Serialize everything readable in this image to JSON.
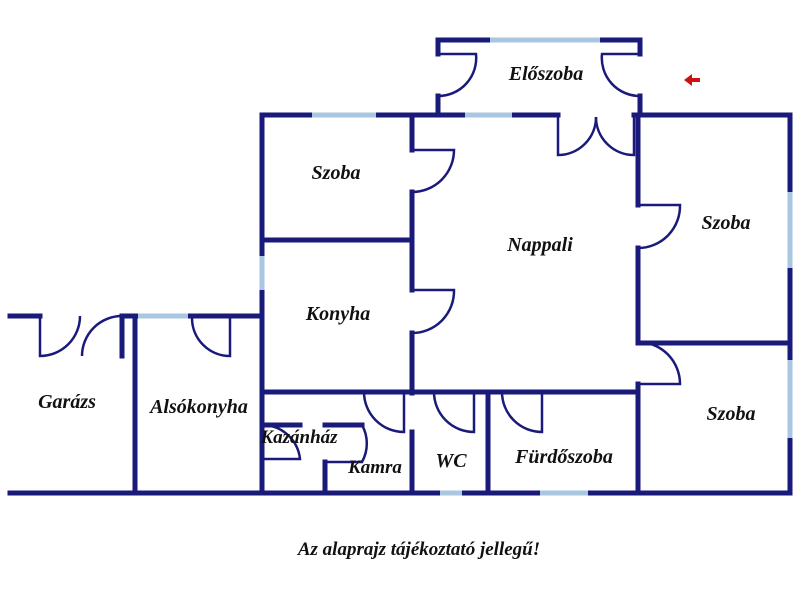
{
  "rooms": {
    "eloszoba": "Előszoba",
    "szoba_top_left": "Szoba",
    "nappali": "Nappali",
    "szoba_right_top": "Szoba",
    "konyha": "Konyha",
    "garazs": "Garázs",
    "alsokonyha": "Alsókonyha",
    "kazanhaz": "Kazánház",
    "kamra": "Kamra",
    "wc": "WC",
    "furdoszoba": "Fürdőszoba",
    "szoba_right_bottom": "Szoba"
  },
  "note": "Az alaprajz tájékoztató jellegű!",
  "colors": {
    "wall": "#1a1a7a",
    "window": "#a9c7e0",
    "entrance_arrow": "#cc1111"
  }
}
